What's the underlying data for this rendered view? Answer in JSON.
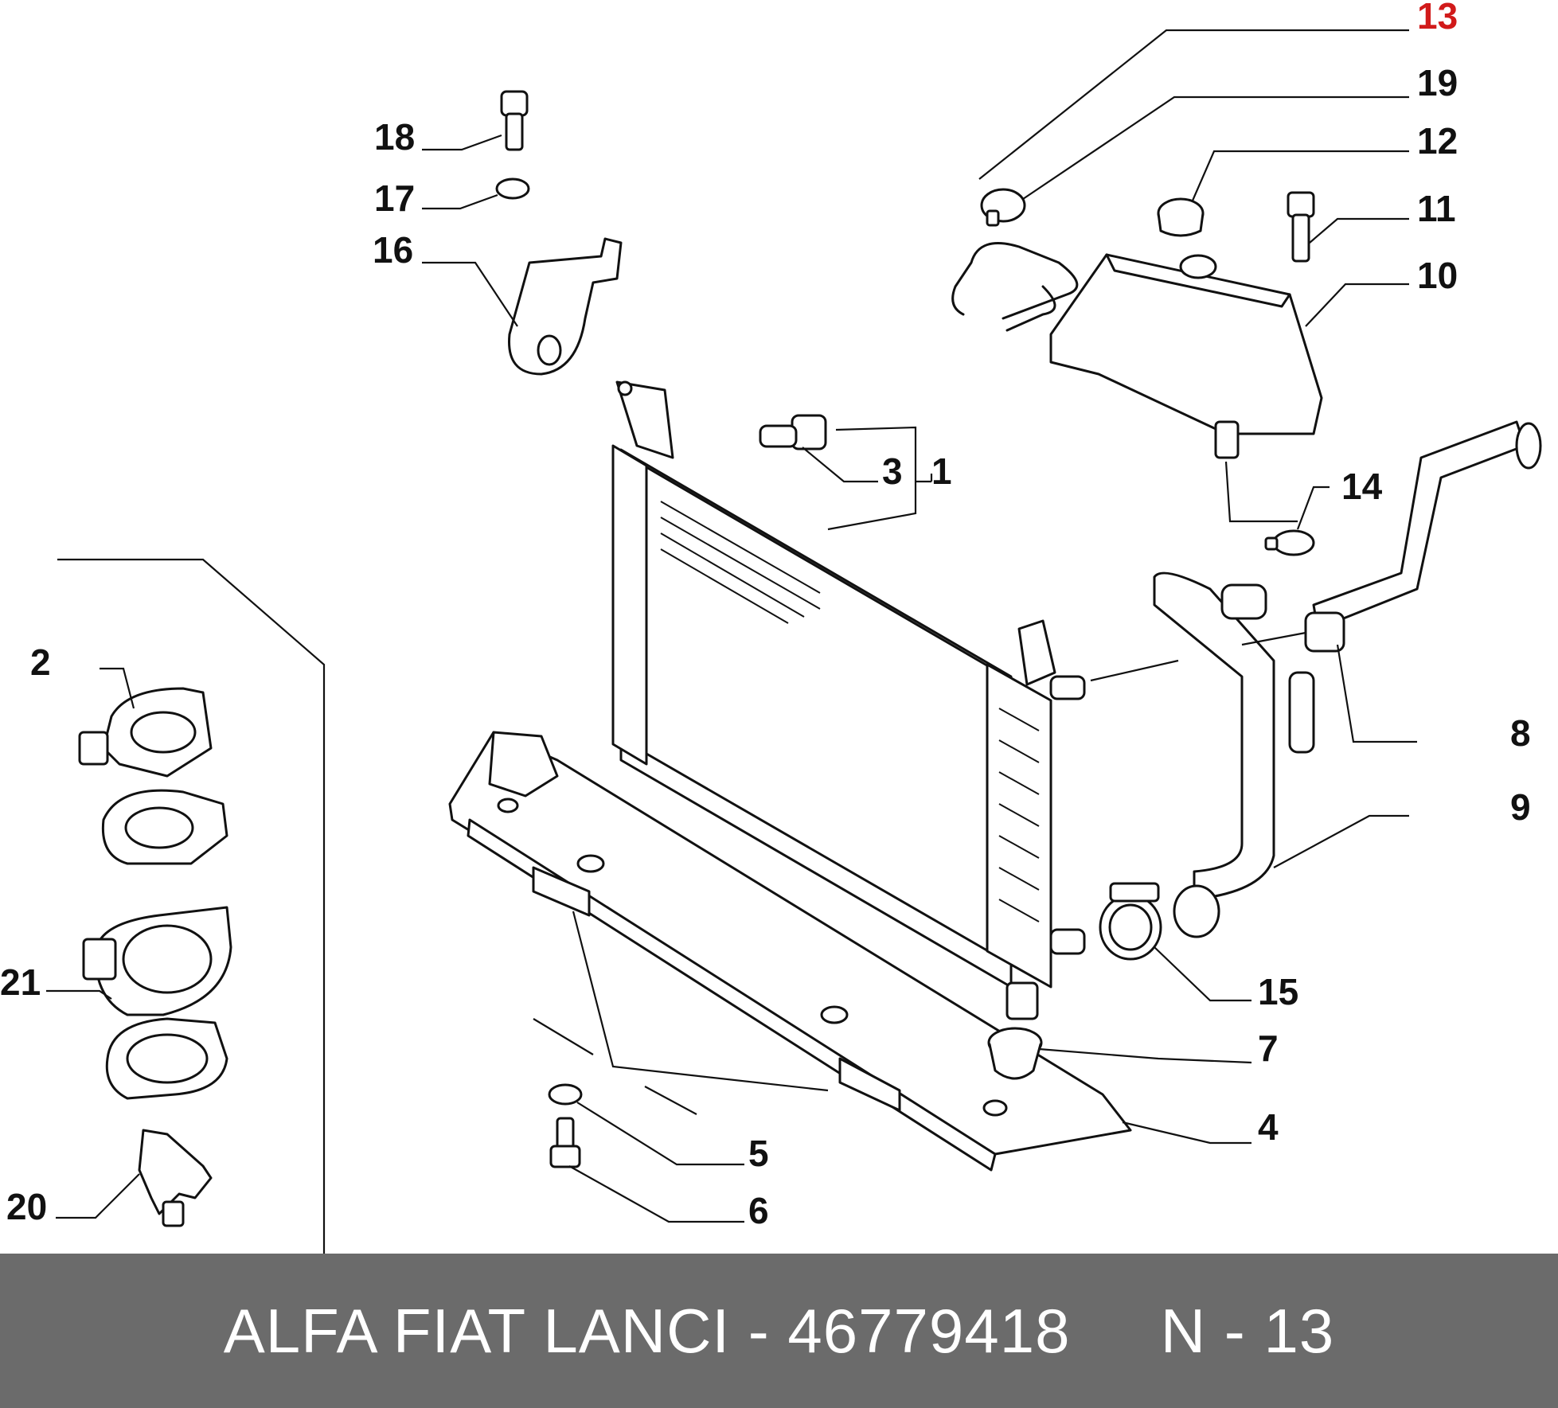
{
  "diagram": {
    "callouts": [
      {
        "id": "1",
        "label": "1",
        "highlight": false
      },
      {
        "id": "2",
        "label": "2",
        "highlight": false
      },
      {
        "id": "3",
        "label": "3",
        "highlight": false
      },
      {
        "id": "4",
        "label": "4",
        "highlight": false
      },
      {
        "id": "5",
        "label": "5",
        "highlight": false
      },
      {
        "id": "6",
        "label": "6",
        "highlight": false
      },
      {
        "id": "7",
        "label": "7",
        "highlight": false
      },
      {
        "id": "8",
        "label": "8",
        "highlight": false
      },
      {
        "id": "9",
        "label": "9",
        "highlight": false
      },
      {
        "id": "10",
        "label": "10",
        "highlight": false
      },
      {
        "id": "11",
        "label": "11",
        "highlight": false
      },
      {
        "id": "12",
        "label": "12",
        "highlight": false
      },
      {
        "id": "13",
        "label": "13",
        "highlight": true
      },
      {
        "id": "14",
        "label": "14",
        "highlight": false
      },
      {
        "id": "15",
        "label": "15",
        "highlight": false
      },
      {
        "id": "16",
        "label": "16",
        "highlight": false
      },
      {
        "id": "17",
        "label": "17",
        "highlight": false
      },
      {
        "id": "18",
        "label": "18",
        "highlight": false
      },
      {
        "id": "19",
        "label": "19",
        "highlight": false
      },
      {
        "id": "20",
        "label": "20",
        "highlight": false
      },
      {
        "id": "21",
        "label": "21",
        "highlight": false
      }
    ],
    "highlight_color": "#d11a1a"
  },
  "footer": {
    "text": "ALFA FIAT LANCI - 46779418     N - 13",
    "background": "#6b6b6b"
  }
}
